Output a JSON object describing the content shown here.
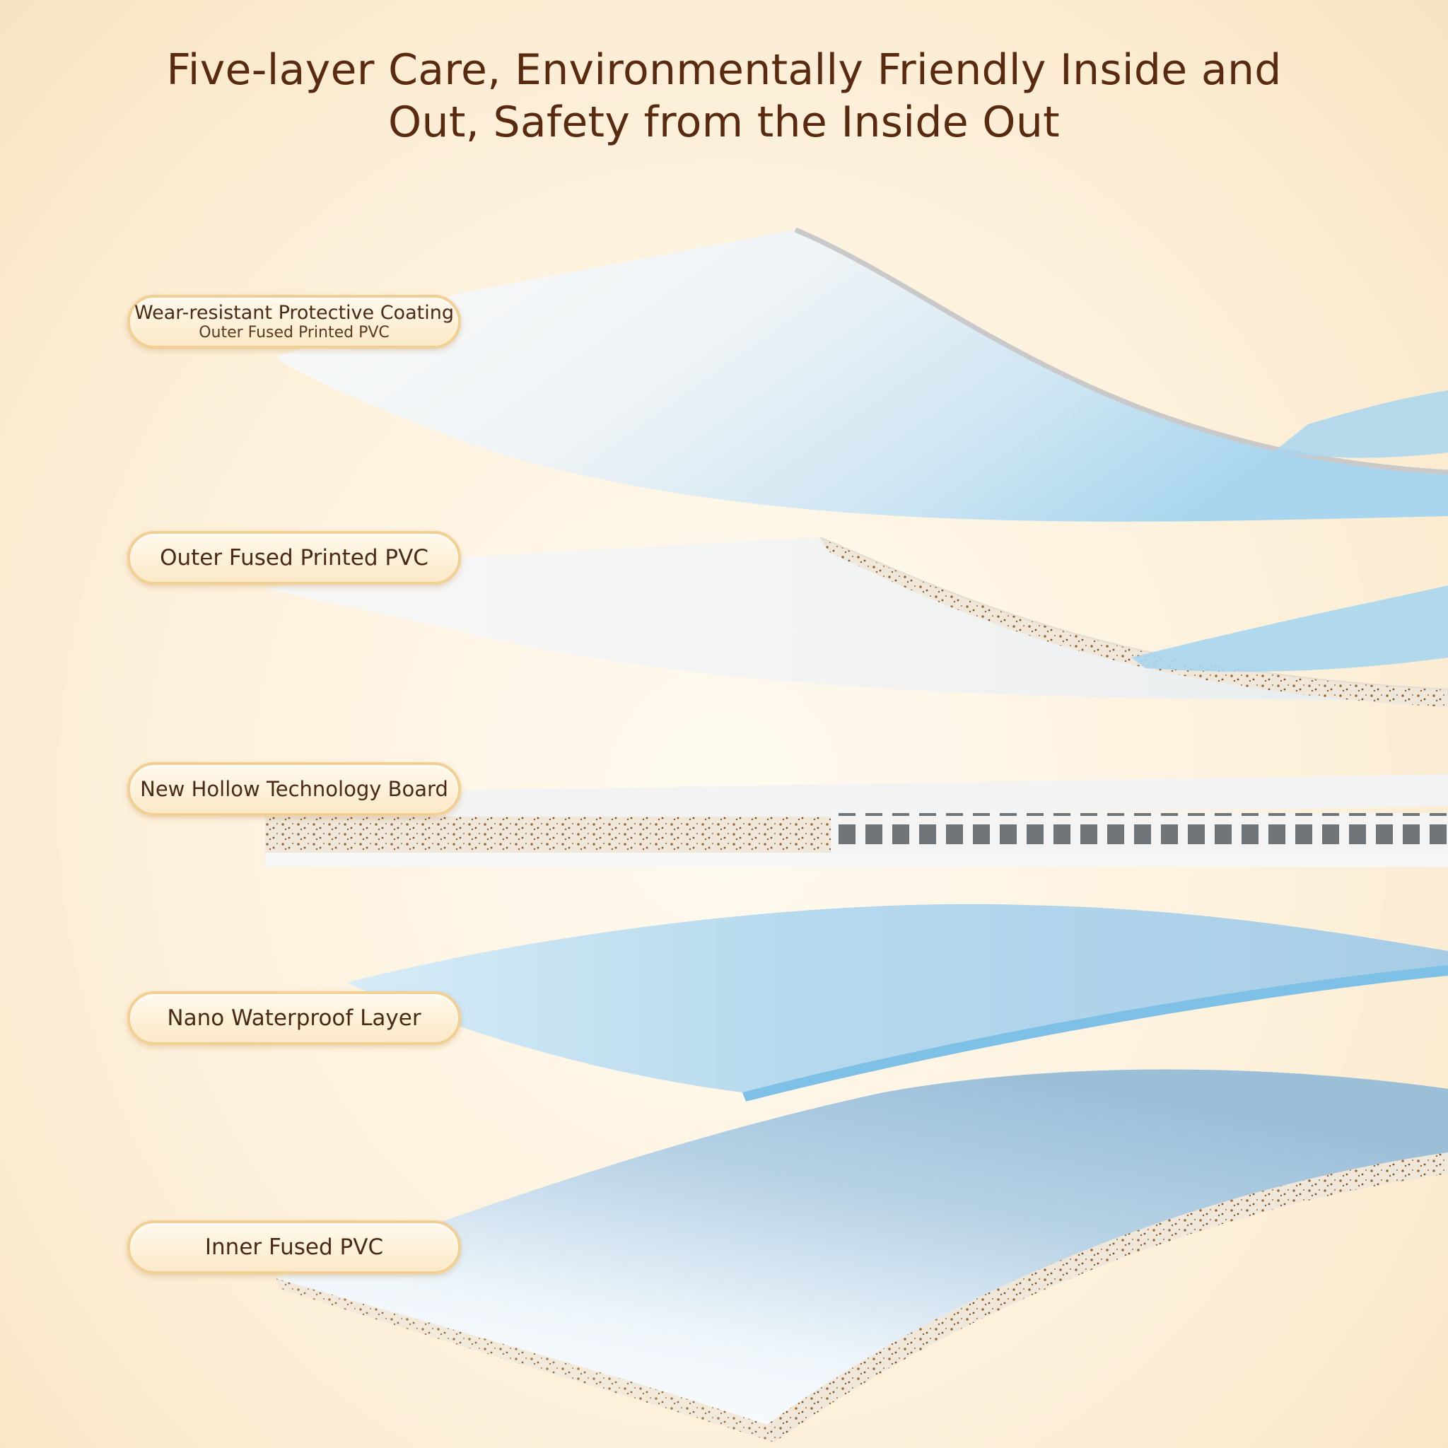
{
  "title": {
    "line1": "Five-layer Care, Environmentally Friendly Inside and",
    "line2": "Out, Safety from the Inside Out"
  },
  "layers": [
    {
      "label": "Wear-resistant Protective Coating",
      "sublabel": "Outer Fused Printed PVC"
    },
    {
      "label": "Outer Fused Printed PVC"
    },
    {
      "label": "New Hollow Technology Board"
    },
    {
      "label": "Nano Waterproof Layer"
    },
    {
      "label": "Inner Fused PVC"
    }
  ],
  "colors": {
    "title": "#5a2a10",
    "label_border": "#f2cf93",
    "sheet_blue": "#a9d3ec",
    "sheet_white": "#f6f6f4",
    "core_speckle": "#8a5a2a"
  }
}
